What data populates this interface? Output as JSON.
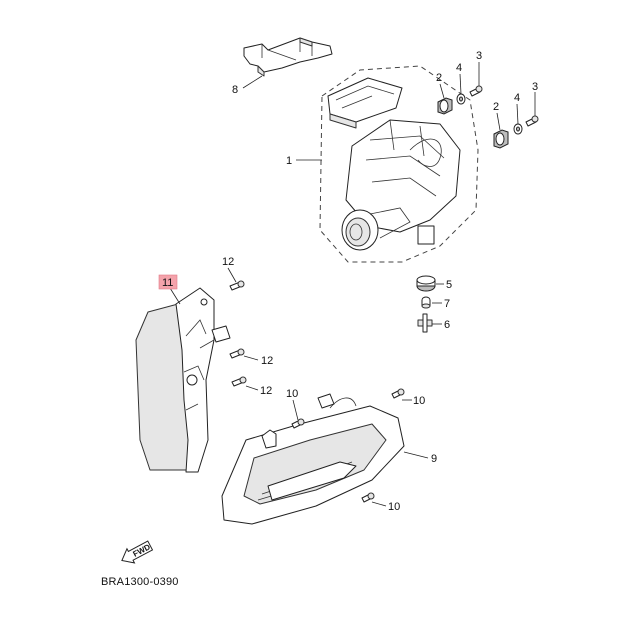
{
  "diagram_code": "BRA1300-0390",
  "direction_marker": "FWD",
  "highlight_color": "#f4a3ab",
  "callouts": {
    "p1": "1",
    "p2a": "2",
    "p2b": "2",
    "p3a": "3",
    "p3b": "3",
    "p4a": "4",
    "p4b": "4",
    "p5": "5",
    "p6": "6",
    "p7": "7",
    "p8": "8",
    "p9": "9",
    "p10a": "10",
    "p10b": "10",
    "p10c": "10",
    "p11": "11",
    "p12a": "12",
    "p12b": "12",
    "p12c": "12"
  }
}
